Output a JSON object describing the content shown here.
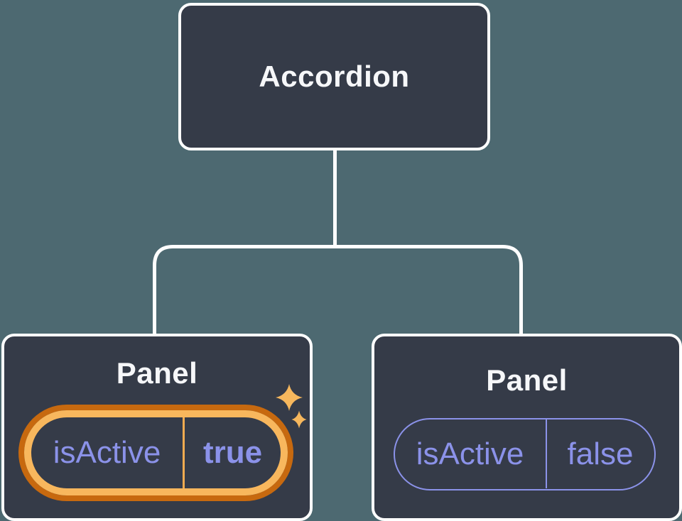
{
  "diagram": {
    "description": "Component tree: Accordion parent with two Panel children holding isActive state",
    "root": {
      "label": "Accordion"
    },
    "children": [
      {
        "label": "Panel",
        "state": {
          "name": "isActive",
          "value": "true",
          "highlighted": true
        }
      },
      {
        "label": "Panel",
        "state": {
          "name": "isActive",
          "value": "false",
          "highlighted": false
        }
      }
    ]
  },
  "icons": {
    "sparkle": "sparkle-icon"
  },
  "colors": {
    "background": "#4D6971",
    "box-fill": "#353B48",
    "box-border": "#FFFFFF",
    "title": "#F6F7F9",
    "purple": "#8B92E9",
    "orange-dark": "#C7690F",
    "orange-light": "#F8B75D",
    "divider-orange": "#F2AB50",
    "sparkle": "#F6B75D",
    "connector": "#FFFFFF"
  }
}
